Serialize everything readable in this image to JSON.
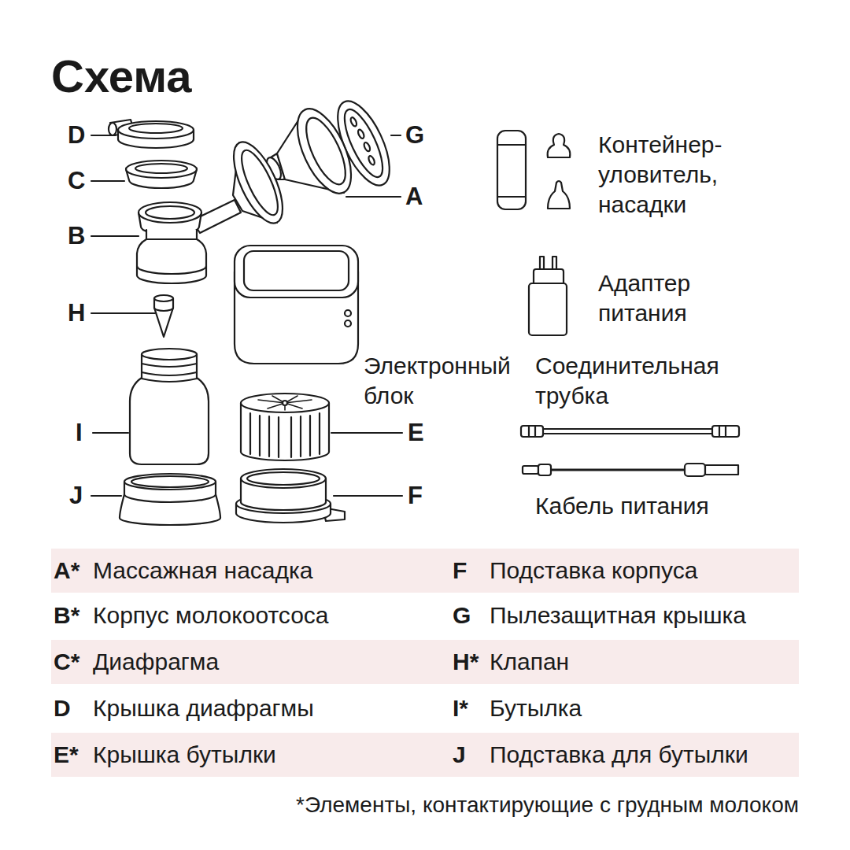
{
  "diagram": {
    "title": "Схема",
    "nodes": [
      {
        "text": [
          "A*",
          "Массажная насадка",
          "F",
          "Подставка корпуса"
        ]
      },
      {
        "text": [
          "C*",
          "Диафрагма",
          "H*",
          "Клапан"
        ]
      },
      {
        "text": [
          "E*",
          "Крышка бутылки",
          "J",
          "Подставка для бутылки"
        ]
      }
    ],
    "labels": [
      "D",
      "C",
      "B",
      "H",
      "I",
      "J",
      "G",
      "A",
      "E",
      "F",
      "Контейнер-уловитель, насадки",
      "Адаптер питания",
      "Электронный блок",
      "Соединительная трубка",
      "Кабель питания",
      "B*",
      "Корпус молокоотсоса",
      "G",
      "Пылезащитная крышка",
      "D",
      "Крышка диафрагмы",
      "I*",
      "Бутылка",
      "*Элементы, контактирующие с грудным молоком"
    ]
  }
}
